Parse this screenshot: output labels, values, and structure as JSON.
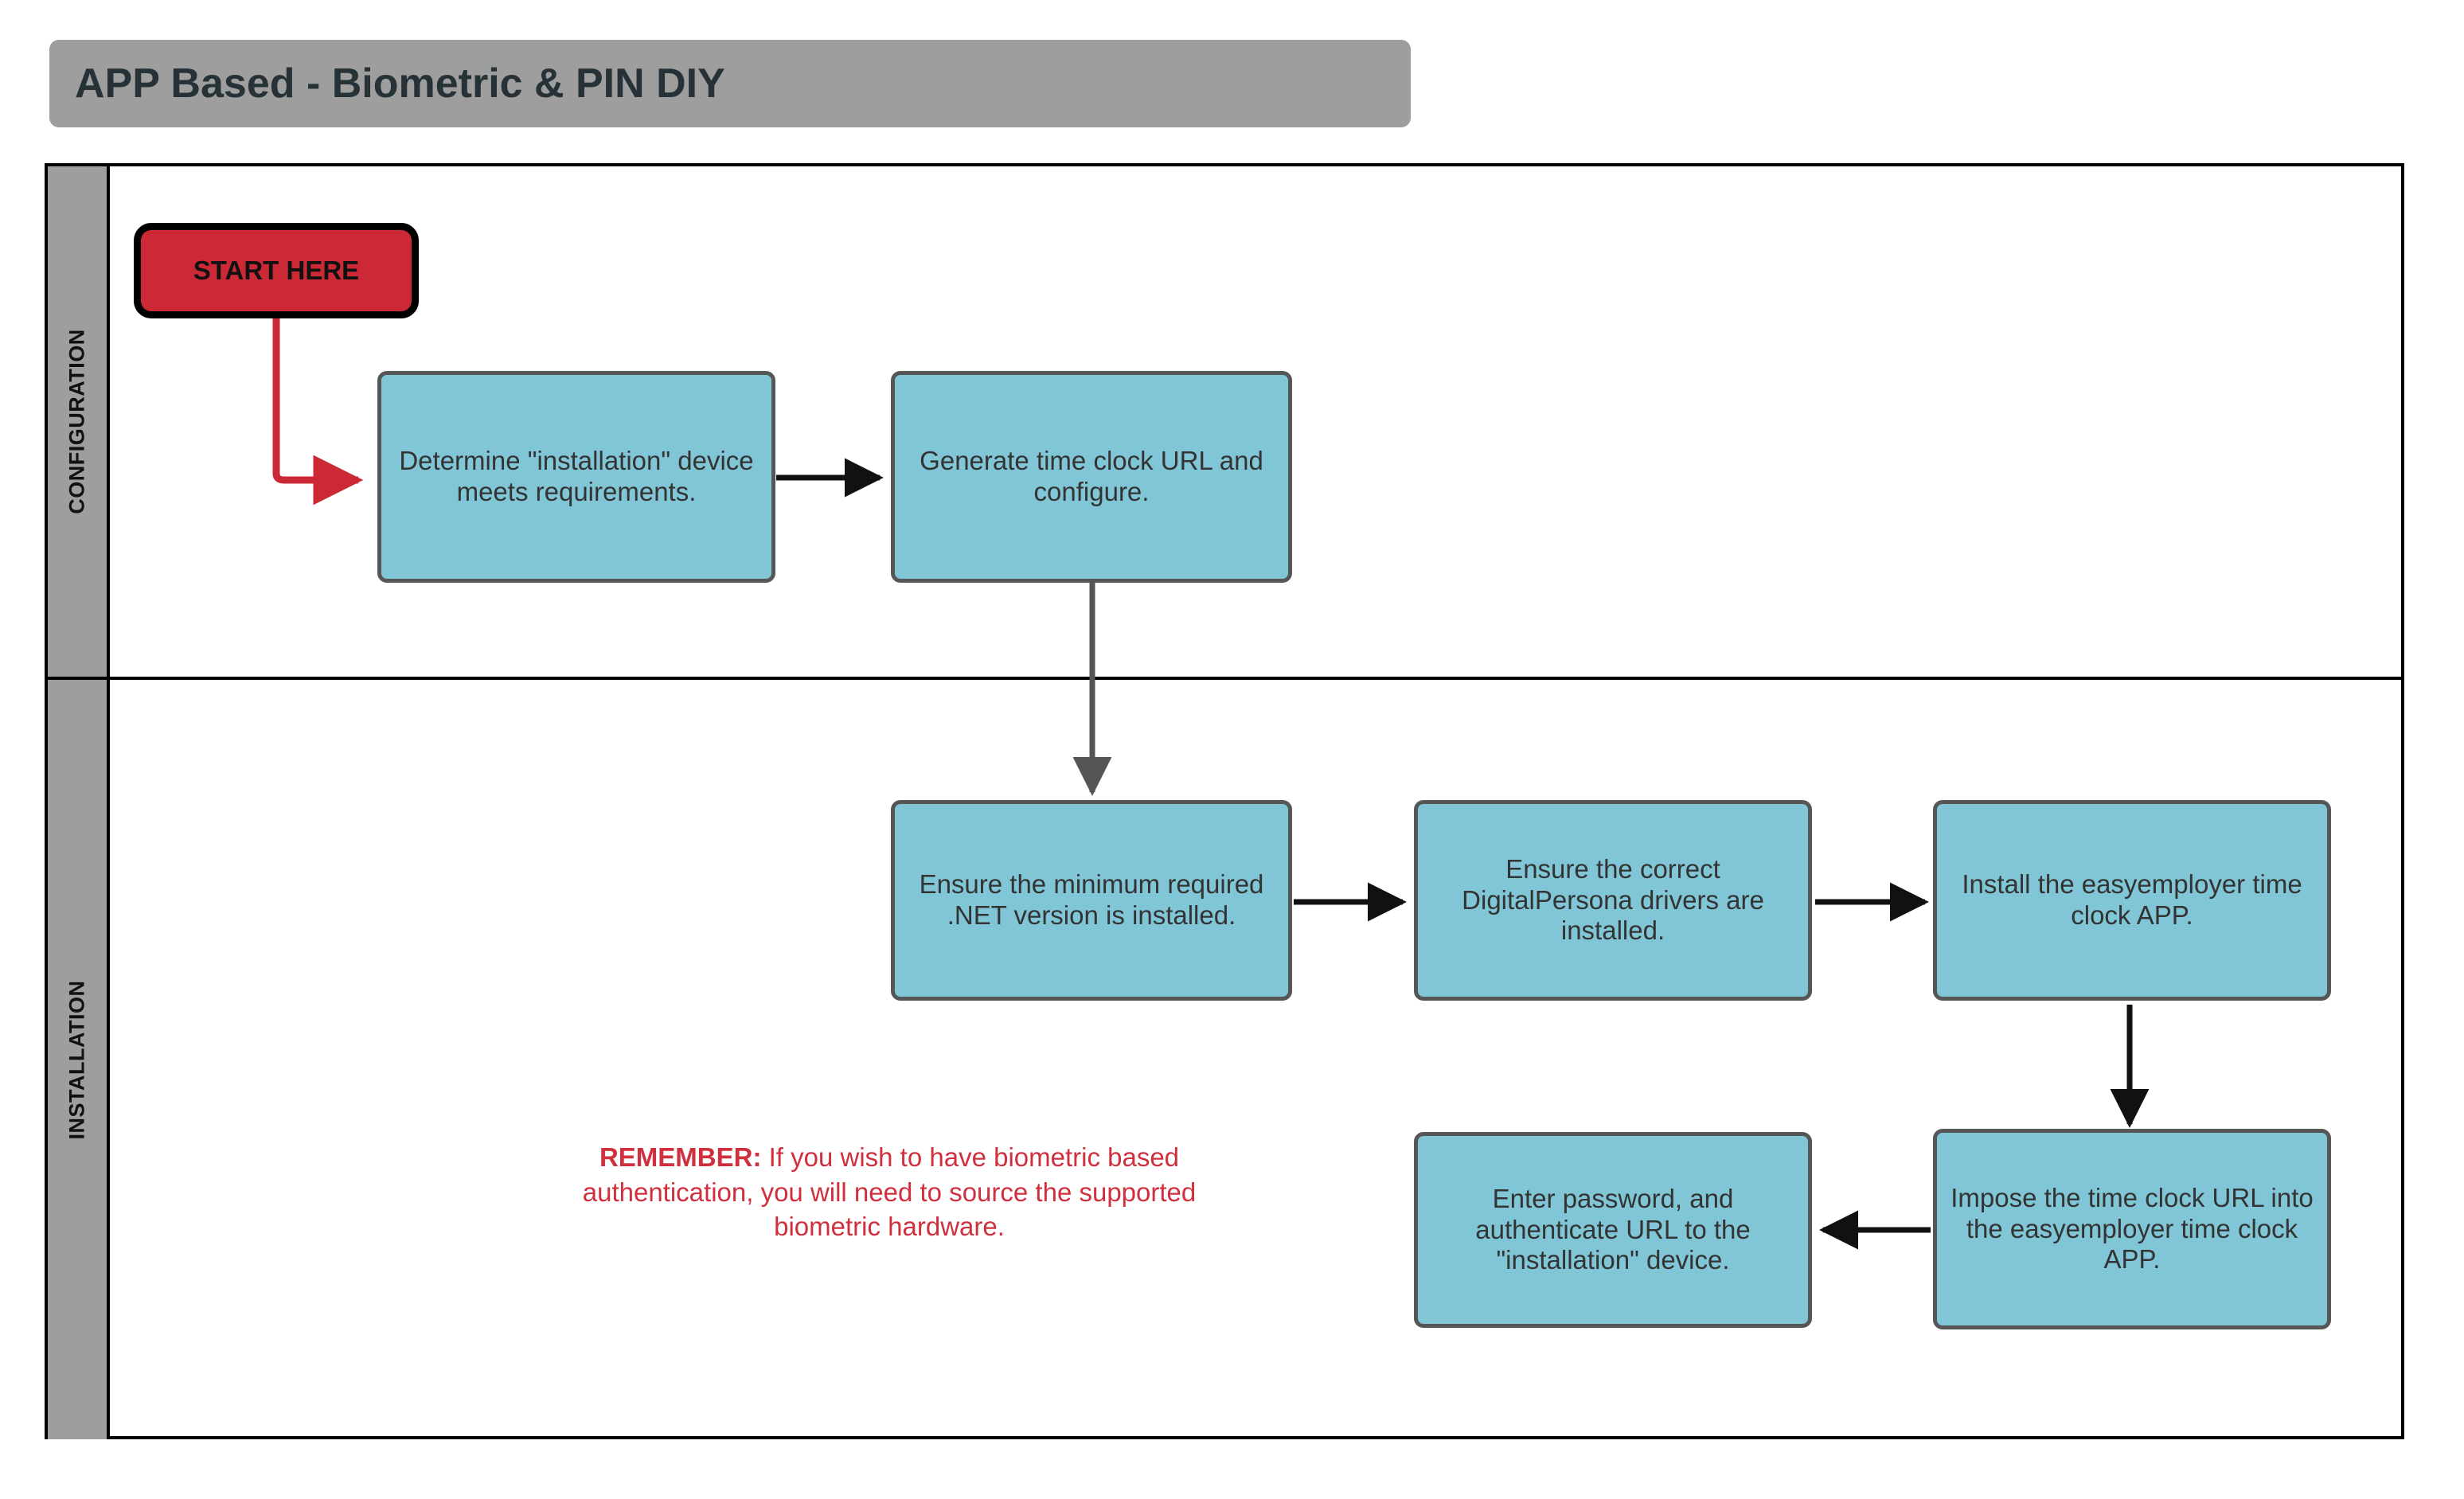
{
  "title": {
    "text": "APP Based - Biometric & PIN DIY"
  },
  "colors": {
    "banner_gray": "#9e9e9e",
    "lane_gray": "#9e9e9e",
    "process_fill": "#81C6D6",
    "process_border": "#565656",
    "start_fill": "#CC2936",
    "start_border": "#000000",
    "note_red": "#D02F3E",
    "frame_black": "#000000",
    "connector_black": "#111111",
    "connector_gray": "#555555",
    "connector_red": "#CC2936"
  },
  "lanes": [
    {
      "id": "configuration",
      "label": "CONFIGURATION"
    },
    {
      "id": "installation",
      "label": "INSTALLATION"
    }
  ],
  "nodes": {
    "start": {
      "label": "START HERE",
      "type": "start",
      "lane": "configuration"
    },
    "determine_device": {
      "label": "Determine \"installation\" device meets requirements.",
      "type": "process",
      "lane": "configuration"
    },
    "generate_url": {
      "label": "Generate time clock URL and configure.",
      "type": "process",
      "lane": "configuration"
    },
    "ensure_net": {
      "label": "Ensure the minimum required .NET version is installed.",
      "type": "process",
      "lane": "installation"
    },
    "ensure_drivers": {
      "label": "Ensure the correct DigitalPersona drivers are installed.",
      "type": "process",
      "lane": "installation"
    },
    "install_app": {
      "label": "Install the easyemployer time clock APP.",
      "type": "process",
      "lane": "installation"
    },
    "impose_url": {
      "label": "Impose the time clock URL into the easyemployer time clock APP.",
      "type": "process",
      "lane": "installation"
    },
    "enter_password": {
      "label": "Enter password, and authenticate URL to the \"installation\" device.",
      "type": "process",
      "lane": "installation"
    }
  },
  "note": {
    "lead": "REMEMBER:",
    "body": " If you wish to have biometric based authentication, you will need to source the supported biometric hardware."
  },
  "edges": [
    {
      "from": "start",
      "to": "determine_device",
      "style": "elbow-down-right",
      "color": "#CC2936"
    },
    {
      "from": "determine_device",
      "to": "generate_url",
      "style": "straight-right",
      "color": "#111111"
    },
    {
      "from": "generate_url",
      "to": "ensure_net",
      "style": "straight-down",
      "color": "#555555"
    },
    {
      "from": "ensure_net",
      "to": "ensure_drivers",
      "style": "straight-right",
      "color": "#111111"
    },
    {
      "from": "ensure_drivers",
      "to": "install_app",
      "style": "straight-right",
      "color": "#111111"
    },
    {
      "from": "install_app",
      "to": "impose_url",
      "style": "straight-down",
      "color": "#111111"
    },
    {
      "from": "impose_url",
      "to": "enter_password",
      "style": "straight-left",
      "color": "#111111"
    }
  ]
}
